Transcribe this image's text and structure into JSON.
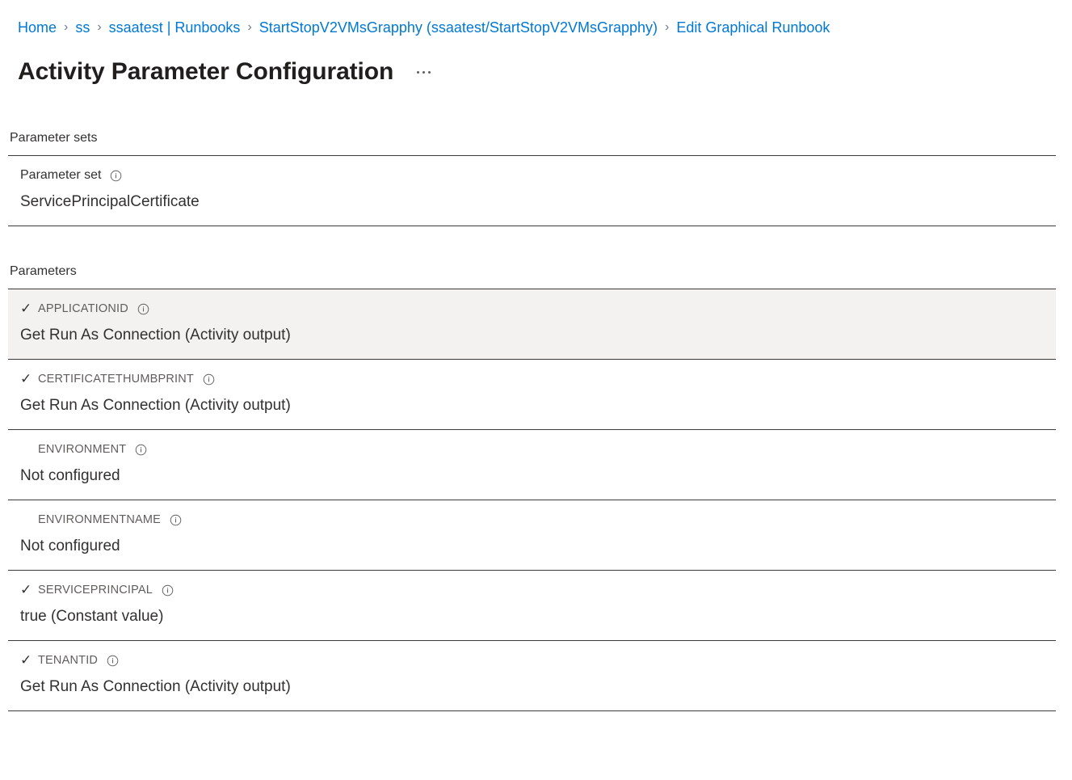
{
  "breadcrumb": {
    "separator": "›",
    "items": [
      {
        "label": "Home"
      },
      {
        "label": "ss"
      },
      {
        "label": "ssaatest | Runbooks"
      },
      {
        "label": "StartStopV2VMsGrapphy (ssaatest/StartStopV2VMsGrapphy)"
      },
      {
        "label": "Edit Graphical Runbook"
      }
    ]
  },
  "header": {
    "title": "Activity Parameter Configuration",
    "more_menu_name": "more-ellipsis"
  },
  "icons": {
    "check": "✓",
    "info": "info-circle"
  },
  "colors": {
    "link": "#0078d4",
    "text": "#323130",
    "label": "#605e5c",
    "divider": "#3b3a39",
    "selected_row": "#f3f2f1"
  },
  "parameter_sets": {
    "section_title": "Parameter sets",
    "rows": [
      {
        "label": "Parameter set",
        "value": "ServicePrincipalCertificate",
        "checked": false,
        "label_style": "mixed",
        "selected": false
      }
    ]
  },
  "parameters": {
    "section_title": "Parameters",
    "rows": [
      {
        "label": "APPLICATIONID",
        "value": "Get Run As Connection (Activity output)",
        "checked": true,
        "selected": true
      },
      {
        "label": "CERTIFICATETHUMBPRINT",
        "value": "Get Run As Connection (Activity output)",
        "checked": true,
        "selected": false
      },
      {
        "label": "ENVIRONMENT",
        "value": "Not configured",
        "checked": false,
        "selected": false
      },
      {
        "label": "ENVIRONMENTNAME",
        "value": "Not configured",
        "checked": false,
        "selected": false
      },
      {
        "label": "SERVICEPRINCIPAL",
        "value": "true (Constant value)",
        "checked": true,
        "selected": false
      },
      {
        "label": "TENANTID",
        "value": "Get Run As Connection (Activity output)",
        "checked": true,
        "selected": false
      }
    ]
  }
}
